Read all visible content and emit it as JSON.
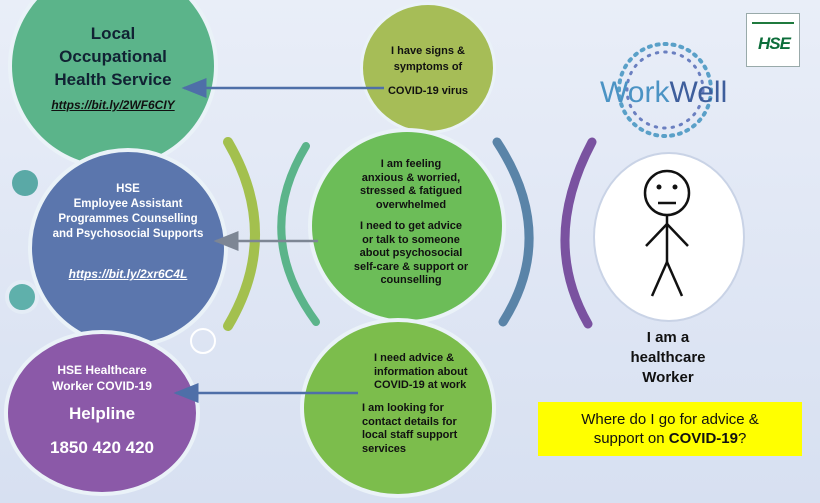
{
  "occupational_health": {
    "title_line1": "Local",
    "title_line2": "Occupational",
    "title_line3": "Health Service",
    "link": "https://bit.ly/2WF6CIY"
  },
  "employee_assistance": {
    "line1": "HSE",
    "line2": "Employee Assistant",
    "line3": "Programmes Counselling",
    "line4": "and Psychosocial Supports",
    "link": "https://bit.ly/2xr6C4L"
  },
  "helpline": {
    "line1": "HSE Healthcare",
    "line2": "Worker COVID-19",
    "label": "Helpline",
    "number": "1850 420 420"
  },
  "symptoms": {
    "line1": "I have signs &",
    "line2": "symptoms of",
    "line3": "COVID-19 virus"
  },
  "anxious": {
    "line1": "I am feeling",
    "line2": "anxious & worried,",
    "line3": "stressed & fatigued",
    "line4": "overwhelmed",
    "line5": "I need to get advice",
    "line6": "or talk to someone",
    "line7": "about psychosocial",
    "line8": "self-care & support or",
    "line9": "counselling"
  },
  "advice": {
    "line1": "I need advice &",
    "line2": "information about",
    "line3": "COVID-19 at work",
    "line4": "I am looking for",
    "line5": "contact details for",
    "line6": "local staff support",
    "line7": "services"
  },
  "worker": {
    "line1": "I am a",
    "line2": "healthcare",
    "line3": "Worker"
  },
  "question": {
    "text_before": "Where do I go for advice &",
    "text_mid": "support on ",
    "highlight": "COVID-19",
    "text_after": "?"
  },
  "brand": {
    "workwell_part1": "Work",
    "workwell_part2": "Well",
    "hse_logo": "HSE"
  },
  "colors": {
    "green_teal": "#5bb48a",
    "olive": "#a6bd57",
    "green": "#7cbd4c",
    "blue": "#5b76ad",
    "purple": "#8b59a8",
    "arrow": "#4e6fa8",
    "yellow": "#ffff00"
  }
}
